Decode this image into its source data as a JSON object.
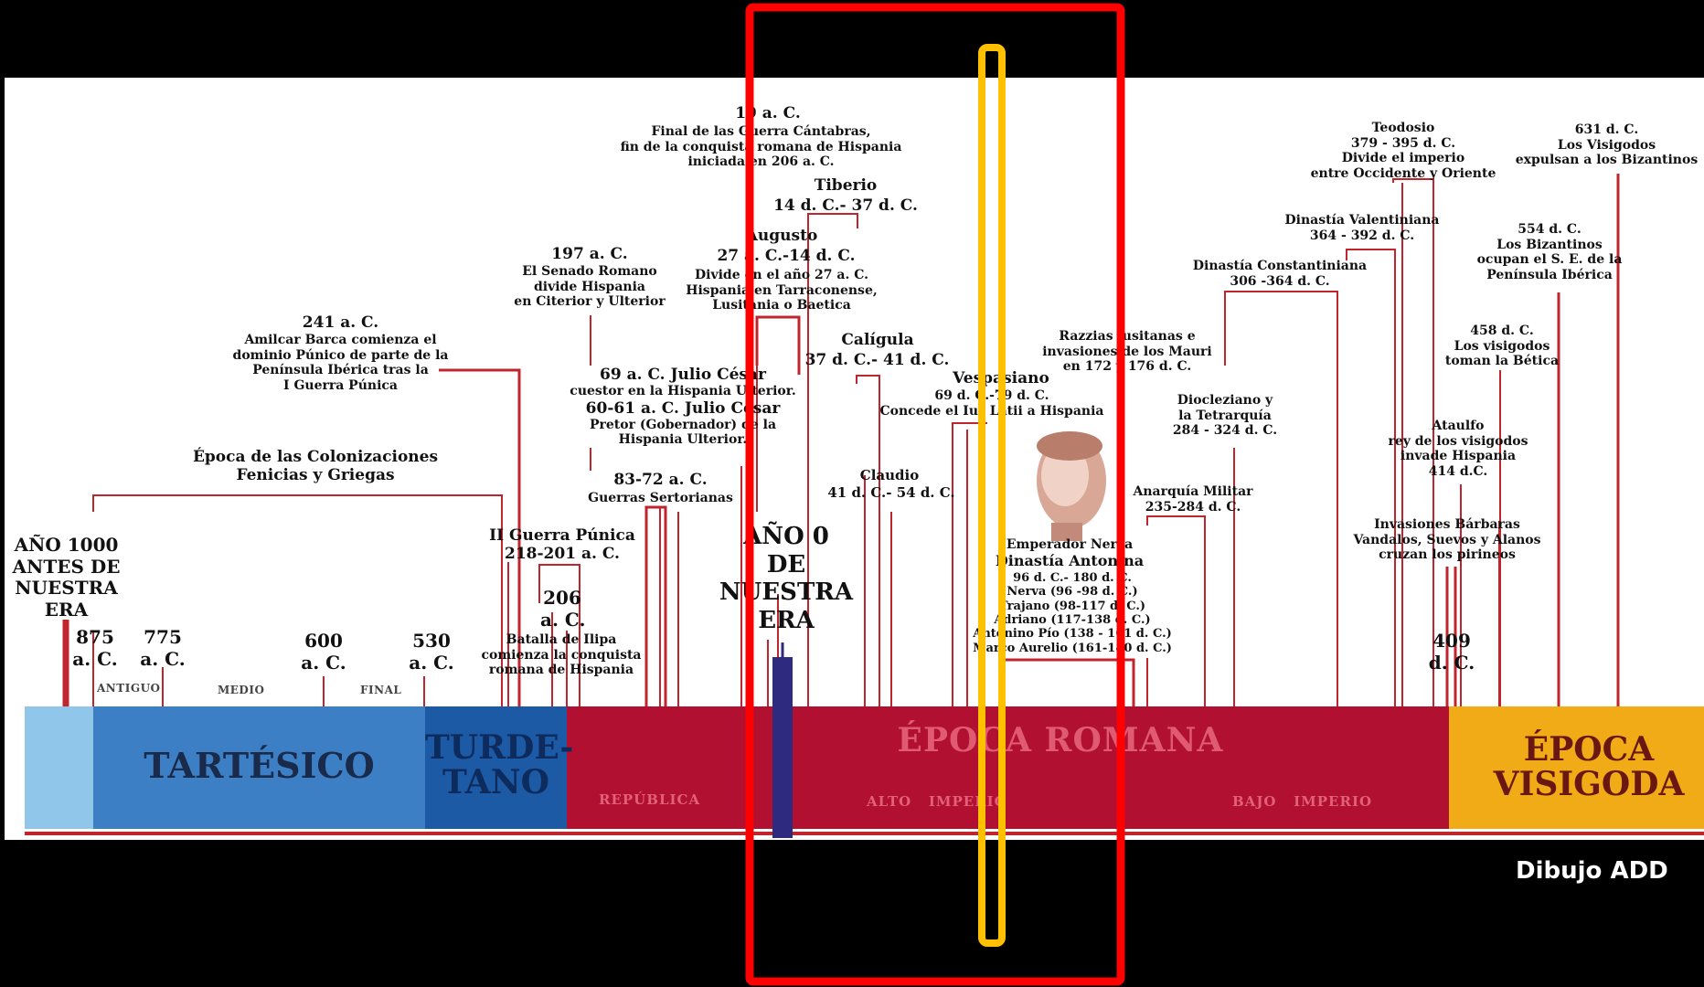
{
  "colors": {
    "background": "#000000",
    "timeline_bg": "#ffffff",
    "line": "#c0242c",
    "antiguo": "#8fc6ea",
    "tartesico": "#3d7fc4",
    "turdetano": "#1d5aa6",
    "romana": "#b11030",
    "visigoda": "#f0ab16",
    "year_zero_marker": "#2e2a7f",
    "highlight_red": "#ff0000",
    "highlight_yellow": "#ffc000"
  },
  "periods": {
    "tartesico": "TARTÉSICO",
    "turdetano": [
      "TURDE-",
      "TANO"
    ],
    "romana": "ÉPOCA ROMANA",
    "visigoda": [
      "ÉPOCA",
      "VISIGODA"
    ]
  },
  "subperiods": {
    "antiguo": "ANTIGUO",
    "medio": "MEDIO",
    "final": "FINAL",
    "republica": "REPÚBLICA",
    "alto_imperio": "ALTO   IMPERIO",
    "bajo_imperio": "BAJO   IMPERIO"
  },
  "start": [
    "AÑO  1000",
    "ANTES DE",
    "NUESTRA",
    "ERA"
  ],
  "year_zero": [
    "AÑO  0",
    "DE",
    "NUESTRA",
    "ERA"
  ],
  "early_dates": {
    "d875": [
      "875",
      "a. C."
    ],
    "d775": [
      "775",
      "a. C."
    ],
    "d600": [
      "600",
      "a. C."
    ],
    "d530": [
      "530",
      "a. C."
    ],
    "d206": [
      "206",
      "a. C."
    ],
    "d409": [
      "409",
      "d. C."
    ]
  },
  "events": {
    "colonizaciones": [
      "Época de las Colonizaciones",
      "Fenicias y Griegas"
    ],
    "amilcar_date": "241 a. C.",
    "amilcar_text": [
      "Amilcar Barca comienza el",
      "dominio Púnico de parte de la",
      "Península Ibérica tras la",
      "I Guerra Púnica"
    ],
    "guerra_punica": [
      "II Guerra Púnica",
      "218-201 a. C."
    ],
    "ilipa": [
      "Batalla de Ilipa",
      "comienza la conquista",
      "romana de Hispania"
    ],
    "senado_date": "197  a. C.",
    "senado_text": [
      "El Senado Romano",
      "divide Hispania",
      "en Citerior y Ulterior"
    ],
    "julio_cesar_1": "69 a. C. Julio César",
    "julio_cesar_2": "cuestor en la Hispania Ulterior.",
    "julio_cesar_3": "60-61 a. C. Julio César",
    "julio_cesar_4": [
      "Pretor (Gobernador) de la",
      "Hispania Ulterior."
    ],
    "sertorianas_date": "83-72 a. C.",
    "sertorianas_text": "Guerras Sertorianas",
    "cantabras_date": "19 a. C.",
    "cantabras_text": [
      "Final de las Guerra Cántabras,",
      "fin de la conquista romana de Hispania",
      "iniciada en 206 a. C."
    ],
    "augusto_name": "Augusto",
    "augusto_date": "27 a. C.-14 d. C.",
    "augusto_text": [
      "Divide en el año 27 a. C.",
      "Hispania en Tarraconense,",
      "Lusitania o Baetica"
    ],
    "tiberio_name": "Tiberio",
    "tiberio_date": "14 d. C.- 37 d. C.",
    "caligula_name": "Calígula",
    "caligula_date": "37 d. C.- 41 d. C.",
    "claudio_name": "Claudio",
    "claudio_date": "41 d. C.- 54 d. C.",
    "vespasiano_name": "Vespasiano",
    "vespasiano_text": [
      "69 d. C.-79 d. C.",
      "Concede el Ius Latii a Hispania"
    ],
    "mauri": [
      "Razzias lusitanas e",
      "invasiones de los Mauri",
      "en 172 y 176 d. C."
    ],
    "antonina": [
      "Emperador Nerva",
      "Dinastía Antonina"
    ],
    "antonina_list": [
      "96 d. C.- 180 d. C.",
      "Nerva (96 -98 d. C.)",
      "Trajano (98-117 d. C.)",
      "Adriano (117-138 d. C.)",
      "Antonino Pío (138 - 161 d. C.)",
      "Marco Aurelio (161-180 d. C.)"
    ],
    "anarquia": [
      "Anarquía Militar",
      "235-284 d. C."
    ],
    "diocleciano": [
      "Diocleziano y",
      "la Tetrarquía",
      "284 - 324 d. C."
    ],
    "constantiniana": [
      "Dinastía Constantiniana",
      "306 -364 d. C."
    ],
    "valentiniana": [
      "Dinastía Valentiniana",
      "364 - 392 d. C."
    ],
    "teodosio": [
      "Teodosio",
      "379 - 395 d. C.",
      "Divide el imperio",
      "entre Occidente y Oriente"
    ],
    "invasiones": [
      "Invasiones Bárbaras",
      "Vandalos, Suevos y Alanos",
      "cruzan los pirineos"
    ],
    "ataulfo": [
      "Ataulfo",
      "rey de los visigodos",
      "invade Hispania",
      "414 d.C."
    ],
    "betica": [
      "458 d. C.",
      "Los visigodos",
      "toman la Bética"
    ],
    "bizantinos_554": [
      "554 d. C.",
      "Los Bizantinos",
      "ocupan el S. E. de la",
      "Península Ibérica"
    ],
    "bizantinos_631": [
      "631 d. C.",
      "Los Visigodos",
      "expulsan a los Bizantinos"
    ]
  },
  "credit": "Dibujo ADD"
}
